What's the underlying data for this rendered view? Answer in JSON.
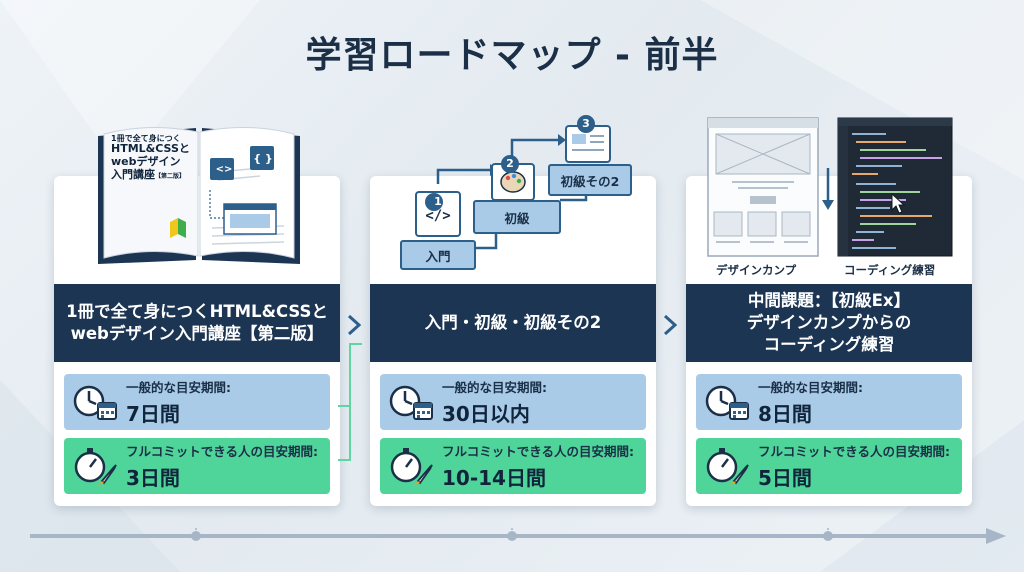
{
  "title": "学習ロードマップ - 前半",
  "book": {
    "cover_lines": [
      "1冊で全て身につく",
      "HTML&CSSと",
      "webデザイン",
      "入門講座"
    ],
    "cover_edition": "第二版"
  },
  "steps": {
    "step1_num": "1",
    "step2_num": "2",
    "step3_num": "3",
    "label1": "入門",
    "label2": "初級",
    "label3": "初級その2"
  },
  "captions": {
    "design": "デザインカンプ",
    "coding": "コーディング練習"
  },
  "cards": [
    {
      "heading": "1冊で全て身につくHTML&CSSと\nwebデザイン入門講座【第二版】",
      "general_label": "一般的な目安期間:",
      "general_value": "7日間",
      "fast_label": "フルコミットできる人の目安期間:",
      "fast_value": "3日間"
    },
    {
      "heading": "入門・初級・初級その2",
      "general_label": "一般的な目安期間:",
      "general_value": "30日以内",
      "fast_label": "フルコミットできる人の目安期間:",
      "fast_value": "10-14日間"
    },
    {
      "heading": "中間課題：【初級Ex】\nデザインカンプからの\nコーディング練習",
      "general_label": "一般的な目安期間:",
      "general_value": "8日間",
      "fast_label": "フルコミットできる人の目安期間:",
      "fast_value": "5日間"
    }
  ],
  "colors": {
    "navy": "#1c3553",
    "blue_box": "#a9cbe8",
    "green_box": "#4fd49a",
    "accent": "#2d5f8b"
  },
  "icons": [
    "clock-calendar-icon",
    "stopwatch-rocket-icon",
    "chevron-right-icon",
    "code-icon",
    "braces-icon",
    "palette-icon",
    "document-icon",
    "cursor-icon",
    "down-arrow-icon",
    "beginner-mark-icon"
  ]
}
